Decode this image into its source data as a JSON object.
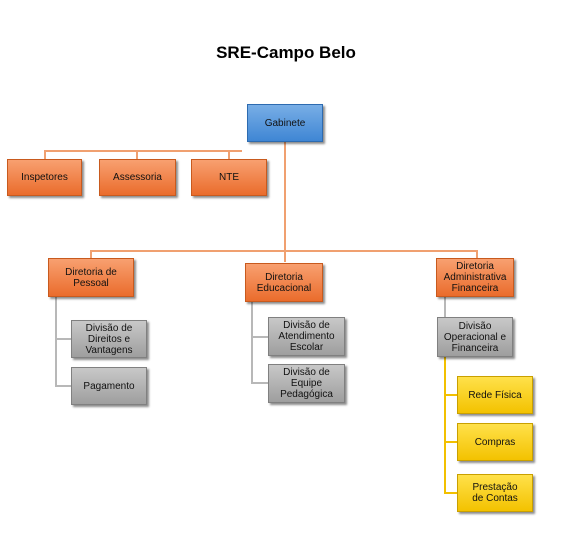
{
  "title": "SRE-Campo Belo",
  "gabinete": "Gabinete",
  "staff": [
    "Inspetores",
    "Assessoria",
    "NTE"
  ],
  "diretorias": [
    {
      "label": "Diretoria de Pessoal",
      "divisoes": [
        "Divisão de Direitos e Vantagens",
        "Pagamento"
      ]
    },
    {
      "label": "Diretoria Educacional",
      "divisoes": [
        "Divisão de Atendimento Escolar",
        "Divisão de Equipe Pedagógica"
      ]
    },
    {
      "label": "Diretoria Administrativa Financeira",
      "divisoes": [
        "Divisão Operacional e Financeira"
      ],
      "subdivisoes": [
        "Rede Física",
        "Compras",
        "Prestação de Contas"
      ]
    }
  ]
}
